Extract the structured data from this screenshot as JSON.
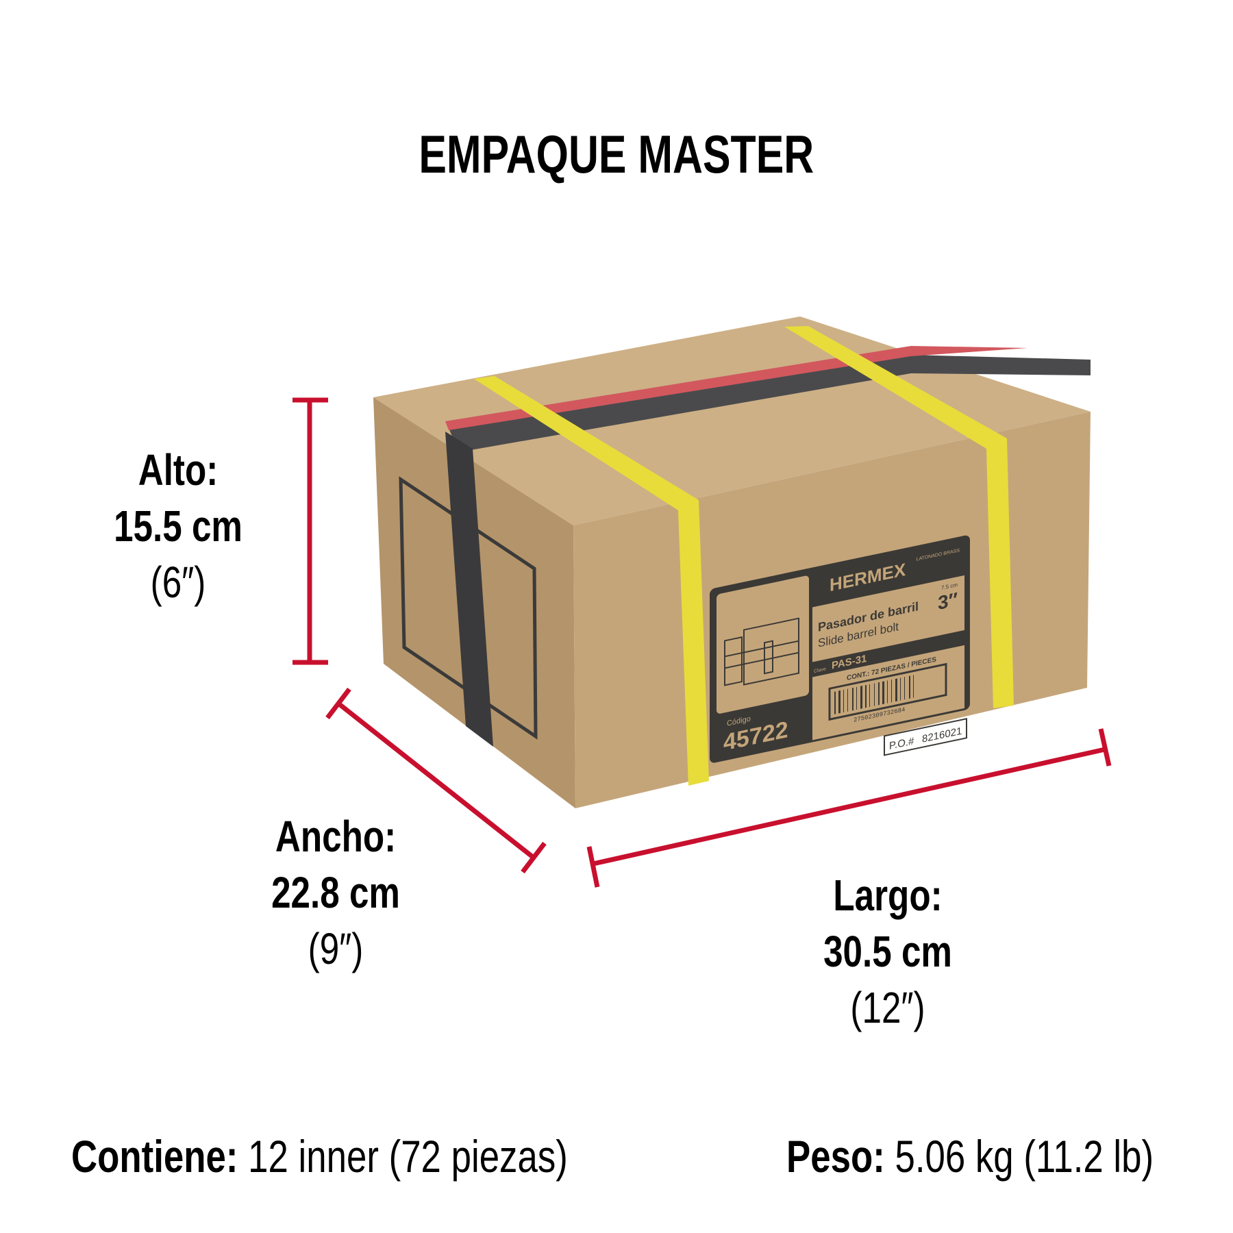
{
  "title": "EMPAQUE MASTER",
  "dimensions": {
    "alto": {
      "label": "Alto:",
      "metric": "15.5 cm",
      "imperial": "(6″)"
    },
    "ancho": {
      "label": "Ancho:",
      "metric": "22.8 cm",
      "imperial": "(9″)"
    },
    "largo": {
      "label": "Largo:",
      "metric": "30.5 cm",
      "imperial": "(12″)"
    }
  },
  "contents": {
    "label": "Contiene:",
    "value": "12 inner (72 piezas)"
  },
  "weight": {
    "label": "Peso:",
    "value": "5.06 kg (11.2 lb)"
  },
  "box_label": {
    "brand": "HERMEX",
    "material": "LATONADO BRASS",
    "size_metric": "7.5 cm",
    "size": "3″",
    "name_es": "Pasador de barril",
    "name_en": "Slide barrel bolt",
    "clave_label": "Clave",
    "clave": "PAS-31",
    "contents": "CONT.: 72 PIEZAS / PIECES",
    "barcode": "27502309732684",
    "codigo_label": "Código",
    "codigo": "45722",
    "po_label": "P.O.#",
    "po": "8216021"
  },
  "colors": {
    "accent": "#c8102e",
    "cardboard": "#c4a57a",
    "strap": "#e8dc3a"
  }
}
